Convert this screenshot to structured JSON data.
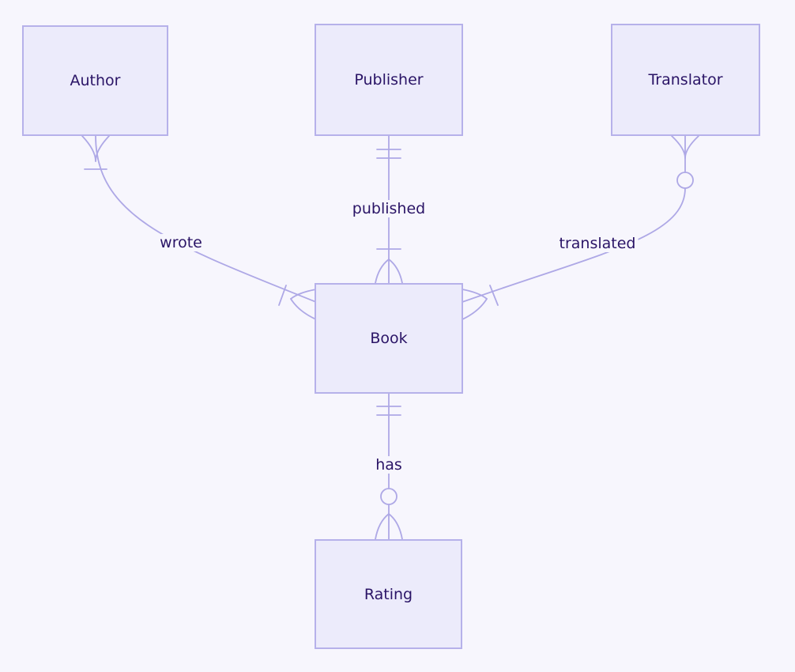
{
  "colors": {
    "background": "#f7f6fd",
    "entity_fill": "#ecebfb",
    "entity_border": "#b6b1ea",
    "line": "#aea8e6",
    "text": "#2a1466"
  },
  "entities": {
    "author": "Author",
    "publisher": "Publisher",
    "translator": "Translator",
    "book": "Book",
    "rating": "Rating"
  },
  "relationships": {
    "wrote": "wrote",
    "published": "published",
    "translated": "translated",
    "has": "has"
  },
  "edges": [
    {
      "name": "wrote",
      "from": "author",
      "to": "book",
      "from_end": "one-or-many",
      "to_end": "one-or-many"
    },
    {
      "name": "published",
      "from": "publisher",
      "to": "book",
      "from_end": "one-and-only-one",
      "to_end": "one-or-many"
    },
    {
      "name": "translated",
      "from": "translator",
      "to": "book",
      "from_end": "zero-or-many",
      "to_end": "one-or-many"
    },
    {
      "name": "has",
      "from": "book",
      "to": "rating",
      "from_end": "one-and-only-one",
      "to_end": "zero-or-many"
    }
  ]
}
